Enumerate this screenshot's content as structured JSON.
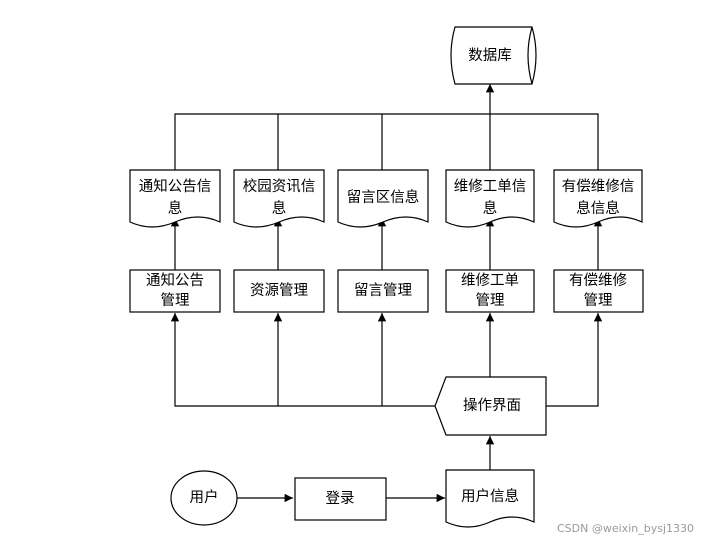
{
  "nodes": {
    "database": [
      "数据库"
    ],
    "doc_notice": [
      "通知公告信",
      "息"
    ],
    "doc_campus": [
      "校园资讯信",
      "息"
    ],
    "doc_message": [
      "留言区信息"
    ],
    "doc_repair": [
      "维修工单信",
      "息"
    ],
    "doc_paid": [
      "有偿维修信",
      "息信息"
    ],
    "mgr_notice": [
      "通知公告",
      "管理"
    ],
    "mgr_resource": [
      "资源管理"
    ],
    "mgr_message": [
      "留言管理"
    ],
    "mgr_repair": [
      "维修工单",
      "管理"
    ],
    "mgr_paid": [
      "有偿维修",
      "管理"
    ],
    "ui": [
      "操作界面"
    ],
    "user": [
      "用户"
    ],
    "login": [
      "登录"
    ],
    "user_info": [
      "用户信息"
    ]
  },
  "watermark": "CSDN @weixin_bysj1330"
}
